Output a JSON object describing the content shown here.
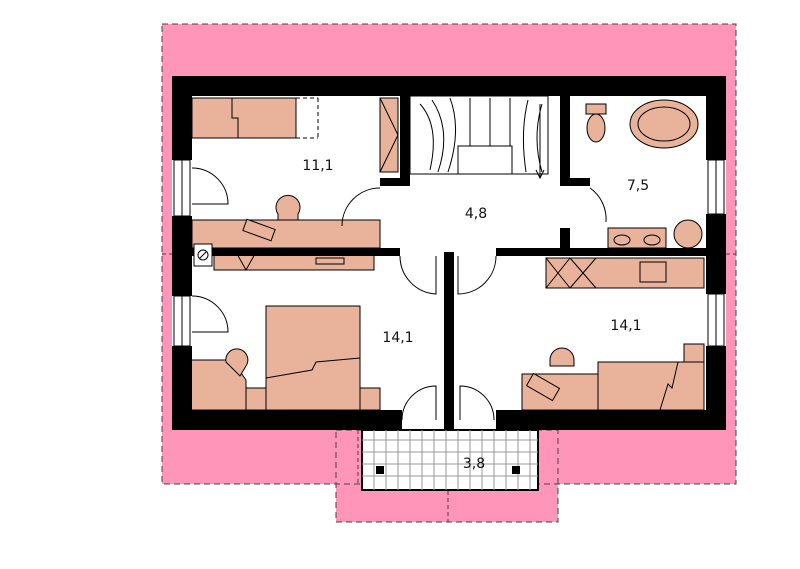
{
  "rooms": [
    {
      "id": "bedroom-top-left",
      "area": "11,1"
    },
    {
      "id": "hall",
      "area": "4,8"
    },
    {
      "id": "bathroom",
      "area": "7,5"
    },
    {
      "id": "bedroom-bottom-left",
      "area": "14,1"
    },
    {
      "id": "bedroom-bottom-right",
      "area": "14,1"
    },
    {
      "id": "balcony",
      "area": "3,8"
    }
  ],
  "colors": {
    "roof": "#ff95b8",
    "furniture": "#e9b39b",
    "wall": "#000000",
    "floor": "#ffffff",
    "balcony_grid": "#9a9a9a"
  }
}
